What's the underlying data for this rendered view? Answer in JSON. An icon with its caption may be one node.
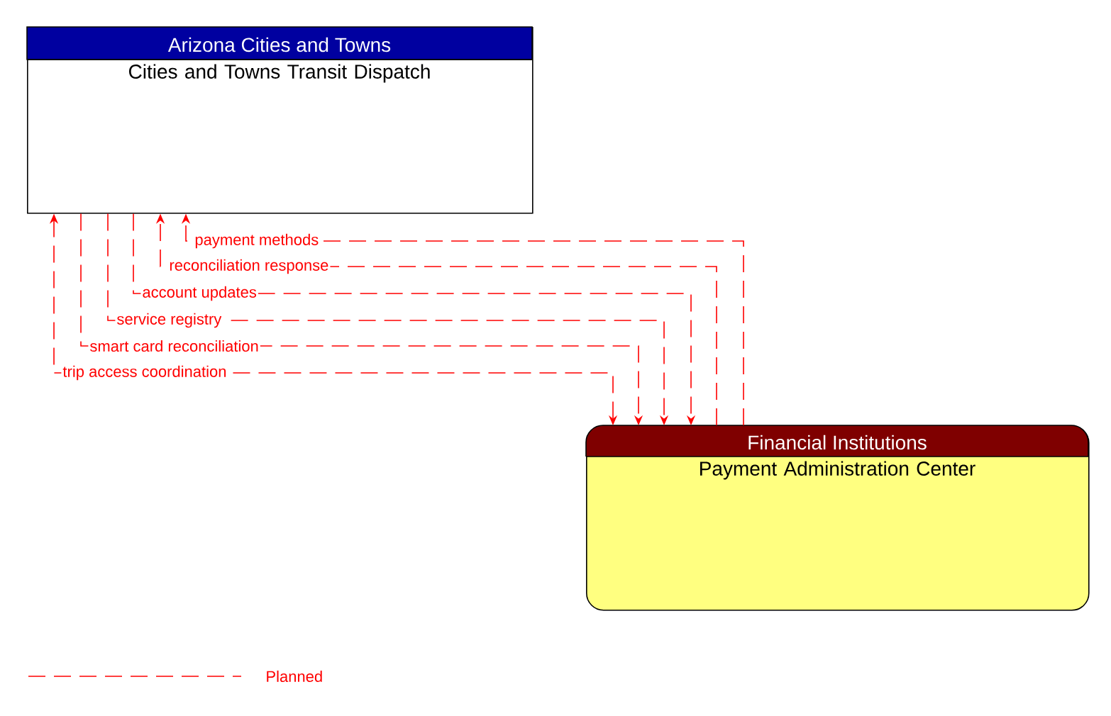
{
  "diagram": {
    "nodes": [
      {
        "text": [
          "Arizona Cities and Towns",
          "Cities and Towns Transit Dispatch"
        ]
      },
      {
        "text": [
          "Financial Institutions",
          "Payment Administration Center"
        ]
      }
    ],
    "edges": [
      {
        "from": 1,
        "to": 0,
        "arrow": "to",
        "label": "payment methods"
      },
      {
        "from": 1,
        "to": 0,
        "arrow": "to",
        "label": "reconciliation response"
      },
      {
        "from": 0,
        "to": 1,
        "arrow": "to",
        "label": "account updates"
      },
      {
        "from": 0,
        "to": 1,
        "arrow": "to",
        "label": "service registry"
      },
      {
        "from": 0,
        "to": 1,
        "arrow": "to",
        "label": "smart card reconciliation"
      },
      {
        "from": 0,
        "to": 1,
        "arrow": "both",
        "label": "trip access coordination"
      }
    ],
    "legend": [
      {
        "text": "Planned"
      }
    ]
  }
}
